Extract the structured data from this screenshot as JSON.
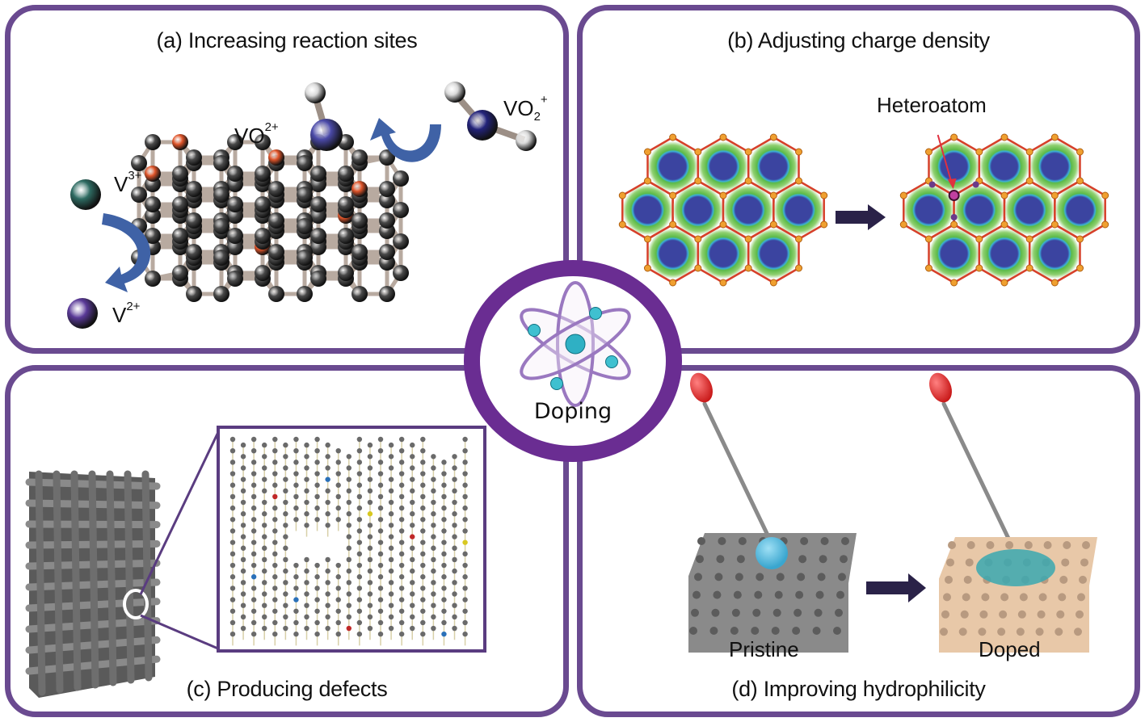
{
  "figure": {
    "frame_color": "#6a4a90",
    "center_ring_color": "#6a2d92",
    "center": {
      "label": "Doping",
      "icon": "atom-icon"
    },
    "panels": {
      "a": {
        "title": "(a) Increasing reaction sites",
        "species": [
          {
            "base": "V",
            "sup": "3+",
            "sub": "",
            "color": "#2e6b62"
          },
          {
            "base": "V",
            "sup": "2+",
            "sub": "",
            "color": "#5a3a98"
          },
          {
            "base": "VO",
            "sup": "2+",
            "sub": "",
            "color": "#4b4aa8"
          },
          {
            "base": "VO",
            "sup": "+",
            "sub": "2",
            "color": "#23237a"
          }
        ],
        "carbon_color": "#4a4a4a",
        "dopant_color": "#e0552a"
      },
      "b": {
        "title": "(b) Adjusting charge density",
        "annotation": "Heteroatom",
        "lattice_color": "#d6402a",
        "node_color": "#f0a030"
      },
      "c": {
        "title": "(c) Producing defects",
        "dopant_colors": [
          "#c02828",
          "#2a70b8",
          "#d8c820"
        ]
      },
      "d": {
        "title": "(d) Improving hydrophilicity",
        "labels": [
          "Pristine",
          "Doped"
        ],
        "pristine_color": "#8a8a8a",
        "doped_color": "#e8c8a8",
        "water_color": "#3aa6cf"
      }
    },
    "arrow_color": "#2a2248"
  }
}
